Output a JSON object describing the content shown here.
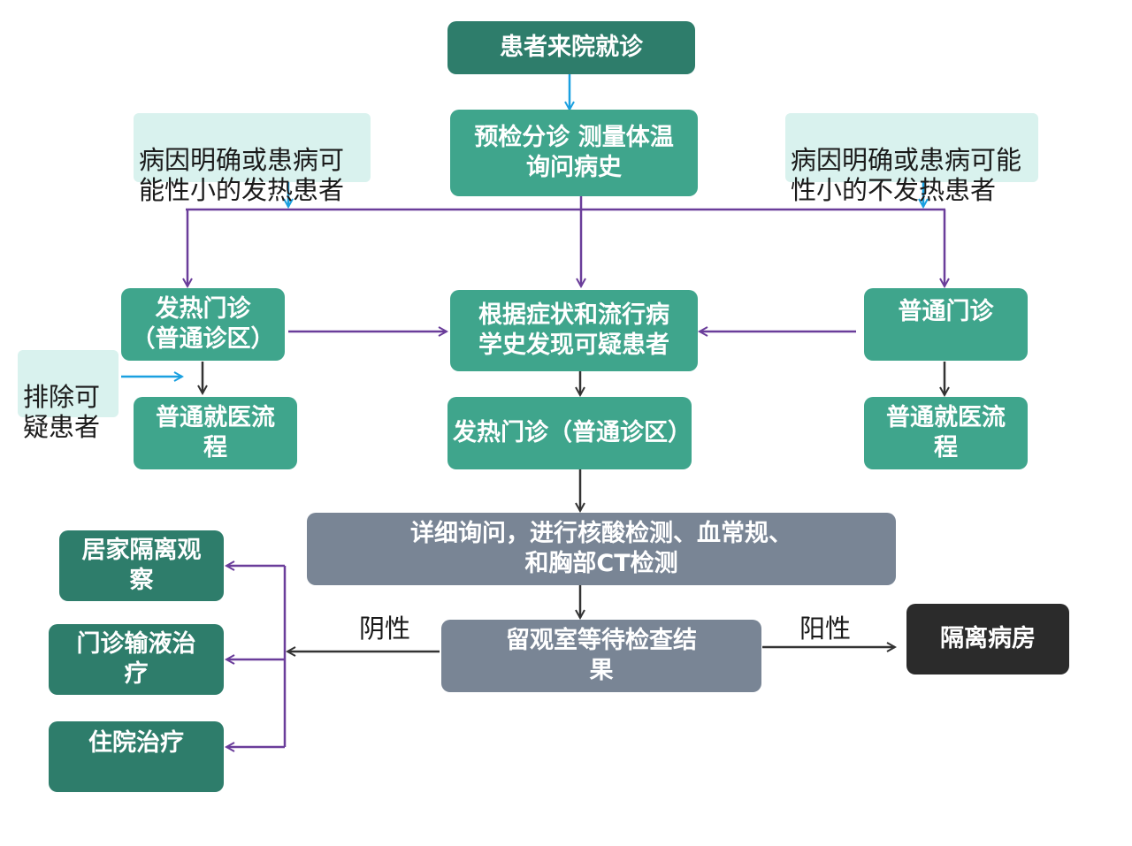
{
  "nodes": {
    "patient_arrival": "患者来院就诊",
    "pre_triage": "预检分诊 测量体温\n询问病史",
    "fever_clinic_left": "发热门诊\n（普通诊区）",
    "general_clinic_right": "普通门诊",
    "suspect_detect": "根据症状和流行病\n学史发现可疑患者",
    "normal_process_left": "普通就医流\n程",
    "normal_process_right": "普通就医流\n程",
    "fever_clinic_center": "发热门诊（普通诊区）",
    "detailed_tests": "详细询问，进行核酸检测、血常规、\n和胸部CT检测",
    "observation_wait": "留观室等待检查结\n果",
    "isolation_ward": "隔离病房",
    "home_isolation": "居家隔离观\n察",
    "outpatient_infusion": "门诊输液治\n疗",
    "hospitalization": "住院治疗"
  },
  "notes": {
    "fever_clear_cause": "病因明确或患病可\n能性小的发热患者",
    "nonfever_clear_cause": "病因明确或患病可能\n性小的不发热患者",
    "exclude_suspect": "排除可\n疑患者"
  },
  "labels": {
    "negative": "阴性",
    "positive": "阳性"
  },
  "colors": {
    "dark_green": "#2e7d6b",
    "teal": "#3fa58c",
    "gray": "#798595",
    "black": "#2b2b2b",
    "note_bg": "#d9f2ee",
    "purple_arrow": "#6a3d9a",
    "blue_arrow": "#1aa0e0",
    "dark_arrow": "#333333"
  }
}
